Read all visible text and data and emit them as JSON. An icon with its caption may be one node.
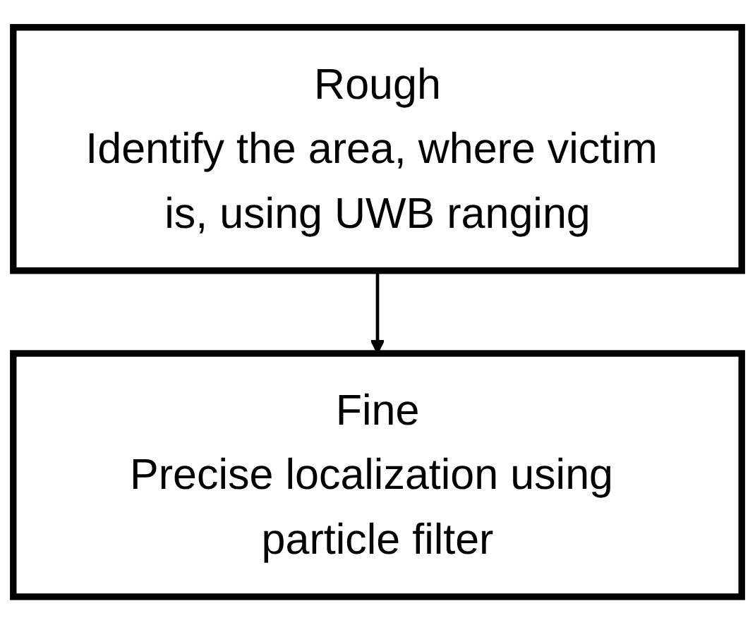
{
  "diagram": {
    "nodes": [
      {
        "text": [
          "Rough",
          "Identify the area, where victim is, using UWB ranging"
        ]
      },
      {
        "text": [
          "Fine",
          "Precise localization using particle filter"
        ]
      }
    ],
    "edges": [
      {
        "from": 0,
        "to": 1,
        "arrow": "to"
      }
    ]
  }
}
